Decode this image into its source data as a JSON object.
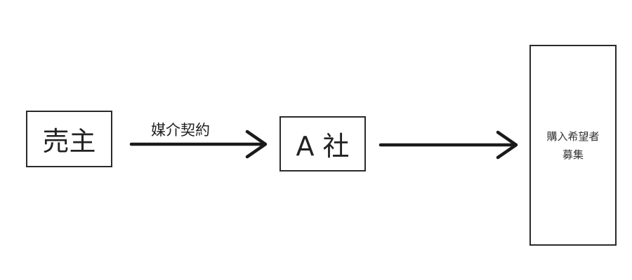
{
  "nodes": {
    "seller": "売主",
    "company": "A 社",
    "buyers_line1": "購入希望者",
    "buyers_line2": "募集"
  },
  "edges": {
    "contract_label": "媒介契約"
  }
}
